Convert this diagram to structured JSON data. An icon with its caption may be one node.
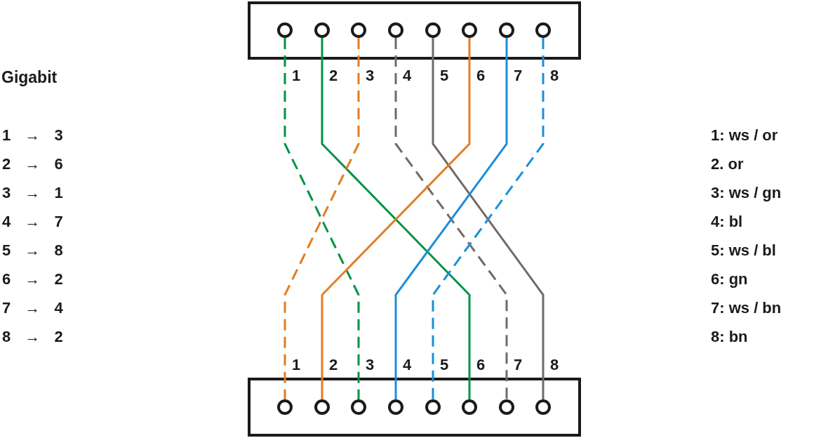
{
  "diagram": {
    "nodes": [
      {
        "text": [],
        "shape": "box"
      },
      {
        "text": [],
        "shape": "circle",
        "in": 0,
        "beside": [
          "1"
        ]
      },
      {
        "text": [],
        "shape": "circle",
        "in": 0,
        "beside": [
          "2"
        ]
      },
      {
        "text": [],
        "shape": "circle",
        "in": 0,
        "beside": [
          "3"
        ]
      },
      {
        "text": [],
        "shape": "circle",
        "in": 0,
        "beside": [
          "4"
        ]
      },
      {
        "text": [],
        "shape": "circle",
        "in": 0,
        "beside": [
          "5"
        ]
      },
      {
        "text": [],
        "shape": "circle",
        "in": 0,
        "beside": [
          "6"
        ]
      },
      {
        "text": [],
        "shape": "circle",
        "in": 0,
        "beside": [
          "7"
        ]
      },
      {
        "text": [],
        "shape": "circle",
        "in": 0,
        "beside": [
          "8"
        ]
      },
      {
        "text": [],
        "shape": "box"
      },
      {
        "text": [],
        "shape": "circle",
        "in": 9,
        "beside": [
          "1"
        ]
      },
      {
        "text": [],
        "shape": "circle",
        "in": 9,
        "beside": [
          "2"
        ]
      },
      {
        "text": [],
        "shape": "circle",
        "in": 9,
        "beside": [
          "3"
        ]
      },
      {
        "text": [],
        "shape": "circle",
        "in": 9,
        "beside": [
          "4"
        ]
      },
      {
        "text": [],
        "shape": "circle",
        "in": 9,
        "beside": [
          "5"
        ]
      },
      {
        "text": [],
        "shape": "circle",
        "in": 9,
        "beside": [
          "6"
        ]
      },
      {
        "text": [],
        "shape": "circle",
        "in": 9,
        "beside": [
          "7"
        ]
      },
      {
        "text": [],
        "shape": "circle",
        "in": 9,
        "beside": [
          "8"
        ]
      }
    ],
    "edges": [
      {
        "from": 1,
        "to": 12,
        "arrow": "none",
        "style": "dashed",
        "color": "#009245"
      },
      {
        "from": 2,
        "to": 15,
        "arrow": "none",
        "color": "#009245"
      },
      {
        "from": 3,
        "to": 10,
        "arrow": "none",
        "style": "dashed",
        "color": "#e37c22"
      },
      {
        "from": 4,
        "to": 16,
        "arrow": "none",
        "style": "dashed",
        "color": "#736a66"
      },
      {
        "from": 5,
        "to": 17,
        "arrow": "none",
        "color": "#736a66"
      },
      {
        "from": 6,
        "to": 11,
        "arrow": "none",
        "color": "#e37c22"
      },
      {
        "from": 7,
        "to": 13,
        "arrow": "none",
        "color": "#1b8fd8"
      },
      {
        "from": 8,
        "to": 14,
        "arrow": "none",
        "style": "dashed",
        "color": "#1b8fd8"
      }
    ],
    "labels": [
      "Gigabit",
      "1 → 3",
      "1: ws / or",
      "2 → 6",
      "2. or",
      "3 → 1",
      "3: ws / gn",
      "4 → 7",
      "4: bl",
      "5 → 8",
      "5: ws / bl",
      "6 → 2",
      "6: gn",
      "7 → 4",
      "7: ws / bn",
      "8 → 2",
      "8: bn"
    ]
  }
}
